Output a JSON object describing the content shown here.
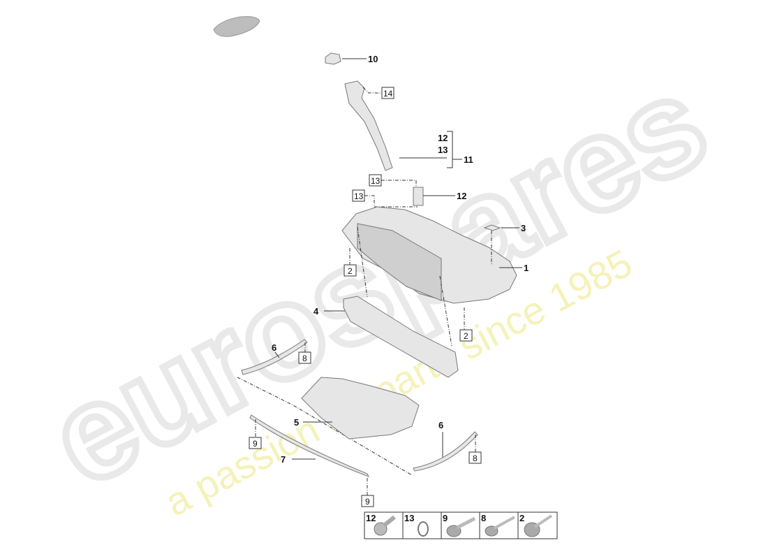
{
  "watermark": {
    "brand": "eurospares",
    "tagline": "a passion for parts since 1985",
    "tagline_color": "#f3f0a8"
  },
  "callouts": {
    "c10": "10",
    "c14": "14",
    "c12a": "12",
    "c13a": "13",
    "c11": "11",
    "c13b": "13",
    "c13c": "13",
    "c12b": "12",
    "c3": "3",
    "c1": "1",
    "c2a": "2",
    "c4": "4",
    "c2b": "2",
    "c6a": "6",
    "c8a": "8",
    "c5": "5",
    "c9a": "9",
    "c6b": "6",
    "c8b": "8",
    "c7": "7",
    "c9b": "9"
  },
  "legend": [
    {
      "number": "12",
      "icon": "pan-head-screw-icon"
    },
    {
      "number": "13",
      "icon": "hose-clamp-icon"
    },
    {
      "number": "9",
      "icon": "flange-bolt-icon"
    },
    {
      "number": "8",
      "icon": "flange-bolt-long-icon"
    },
    {
      "number": "2",
      "icon": "washer-bolt-icon"
    }
  ]
}
